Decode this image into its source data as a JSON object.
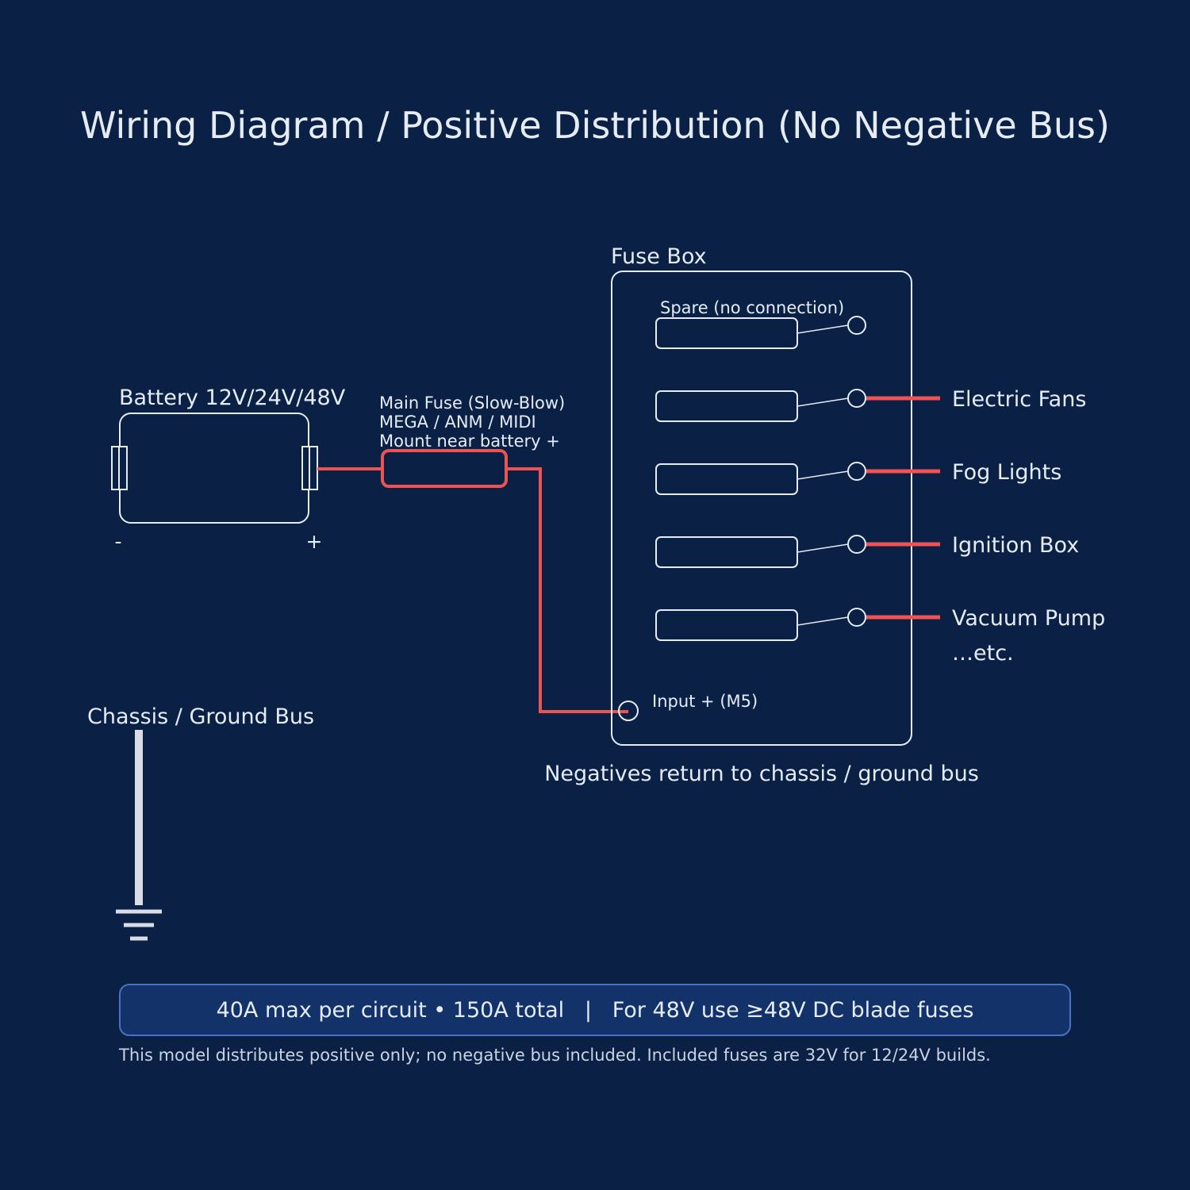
{
  "title": "Wiring Diagram / Positive Distribution (No Negative Bus)",
  "colors": {
    "background": "#0a2045",
    "line": "#e6ecf6",
    "positive_wire": "#ee5253",
    "ground": "#d8dde8",
    "banner_fill": "#133269",
    "banner_border": "#4a72c0"
  },
  "battery": {
    "label": "Battery 12V/24V/48V",
    "negative_symbol": "-",
    "positive_symbol": "+"
  },
  "main_fuse": {
    "lines": [
      "Main Fuse (Slow-Blow)",
      "MEGA / ANM / MIDI",
      "Mount near battery +"
    ]
  },
  "fuse_box": {
    "label": "Fuse Box",
    "input_label": "Input + (M5)",
    "slots": [
      {
        "label": "Spare (no connection)",
        "connected": false
      },
      {
        "label": "Electric Fans",
        "connected": true
      },
      {
        "label": "Fog Lights",
        "connected": true
      },
      {
        "label": "Ignition Box",
        "connected": true
      },
      {
        "label": "Vacuum Pump",
        "connected": true
      }
    ],
    "etc_label": "…etc.",
    "negatives_note": "Negatives return to chassis / ground bus"
  },
  "ground": {
    "label": "Chassis / Ground Bus"
  },
  "banner": {
    "text": "40A max per circuit • 150A total   |   For 48V use ≥48V DC blade fuses"
  },
  "footnote": "This model distributes positive only; no negative bus included. Included fuses are 32V for 12/24V builds."
}
